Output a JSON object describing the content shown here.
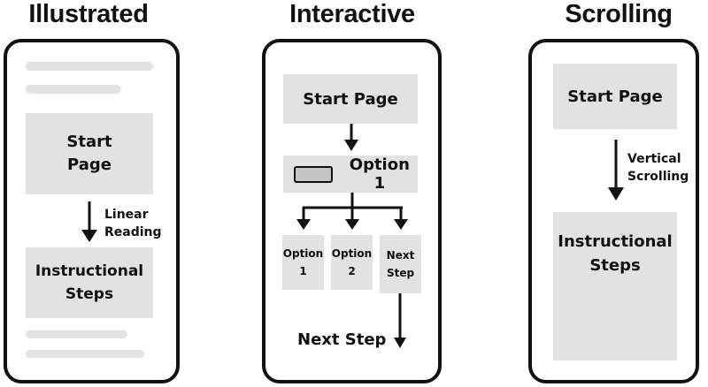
{
  "panels": [
    {
      "title": "Illustrated",
      "start_box": "Start\nPage",
      "arrow_label": "Linear\nReading",
      "steps_box": "Instructional\nSteps"
    },
    {
      "title": "Interactive",
      "start_box": "Start Page",
      "option_bar": "Option 1",
      "choices": [
        "Option\n1",
        "Option\n2",
        "Next\nStep"
      ],
      "next_step_label": "Next Step"
    },
    {
      "title": "Scrolling",
      "start_box": "Start Page",
      "arrow_label": "Vertical\nScrolling",
      "steps_box": "Instructional\nSteps"
    }
  ],
  "colors": {
    "outline": "#111111",
    "box_fill": "#e2e2e2",
    "checkbox_fill": "#c4c4c4"
  }
}
